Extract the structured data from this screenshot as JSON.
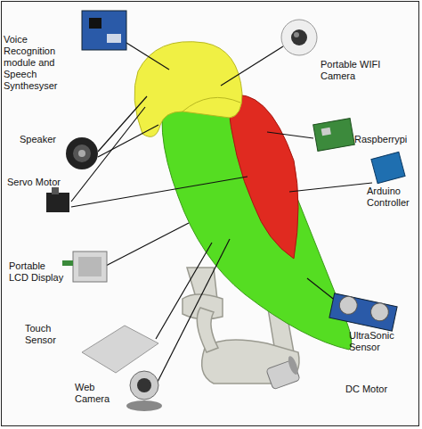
{
  "diagram": {
    "labels": [
      "Voice Recognition module and Speech Synthesyser",
      "Portable WIFI Camera",
      "Speaker",
      "Raspberrypi",
      "Servo Motor",
      "Arduino Controller",
      "Portable LCD Display",
      "Touch Sensor",
      "Web Camera",
      "UltraSonic Sensor",
      "DC Motor"
    ]
  }
}
